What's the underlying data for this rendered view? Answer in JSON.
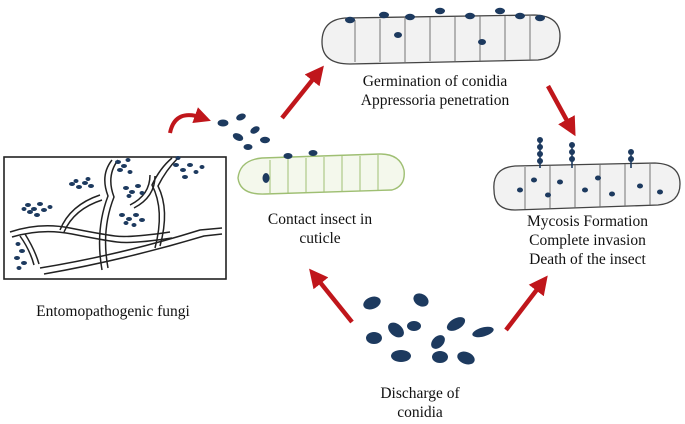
{
  "stages": {
    "fungi": {
      "label": "Entomopathogenic fungi"
    },
    "contact": {
      "line1": "Contact insect in",
      "line2": "cuticle"
    },
    "germination": {
      "line1": "Germination of conidia",
      "line2": "Appressoria penetration"
    },
    "mycosis": {
      "line1": "Mycosis  Formation",
      "line2": "Complete invasion",
      "line3": "Death of the  insect"
    },
    "discharge": {
      "line1": "Discharge of",
      "line2": "conidia"
    }
  },
  "colors": {
    "arrow": "#c0161b",
    "conidia": "#1d3a5f",
    "outline": "#222222",
    "larva_green": "#9fbf73"
  }
}
